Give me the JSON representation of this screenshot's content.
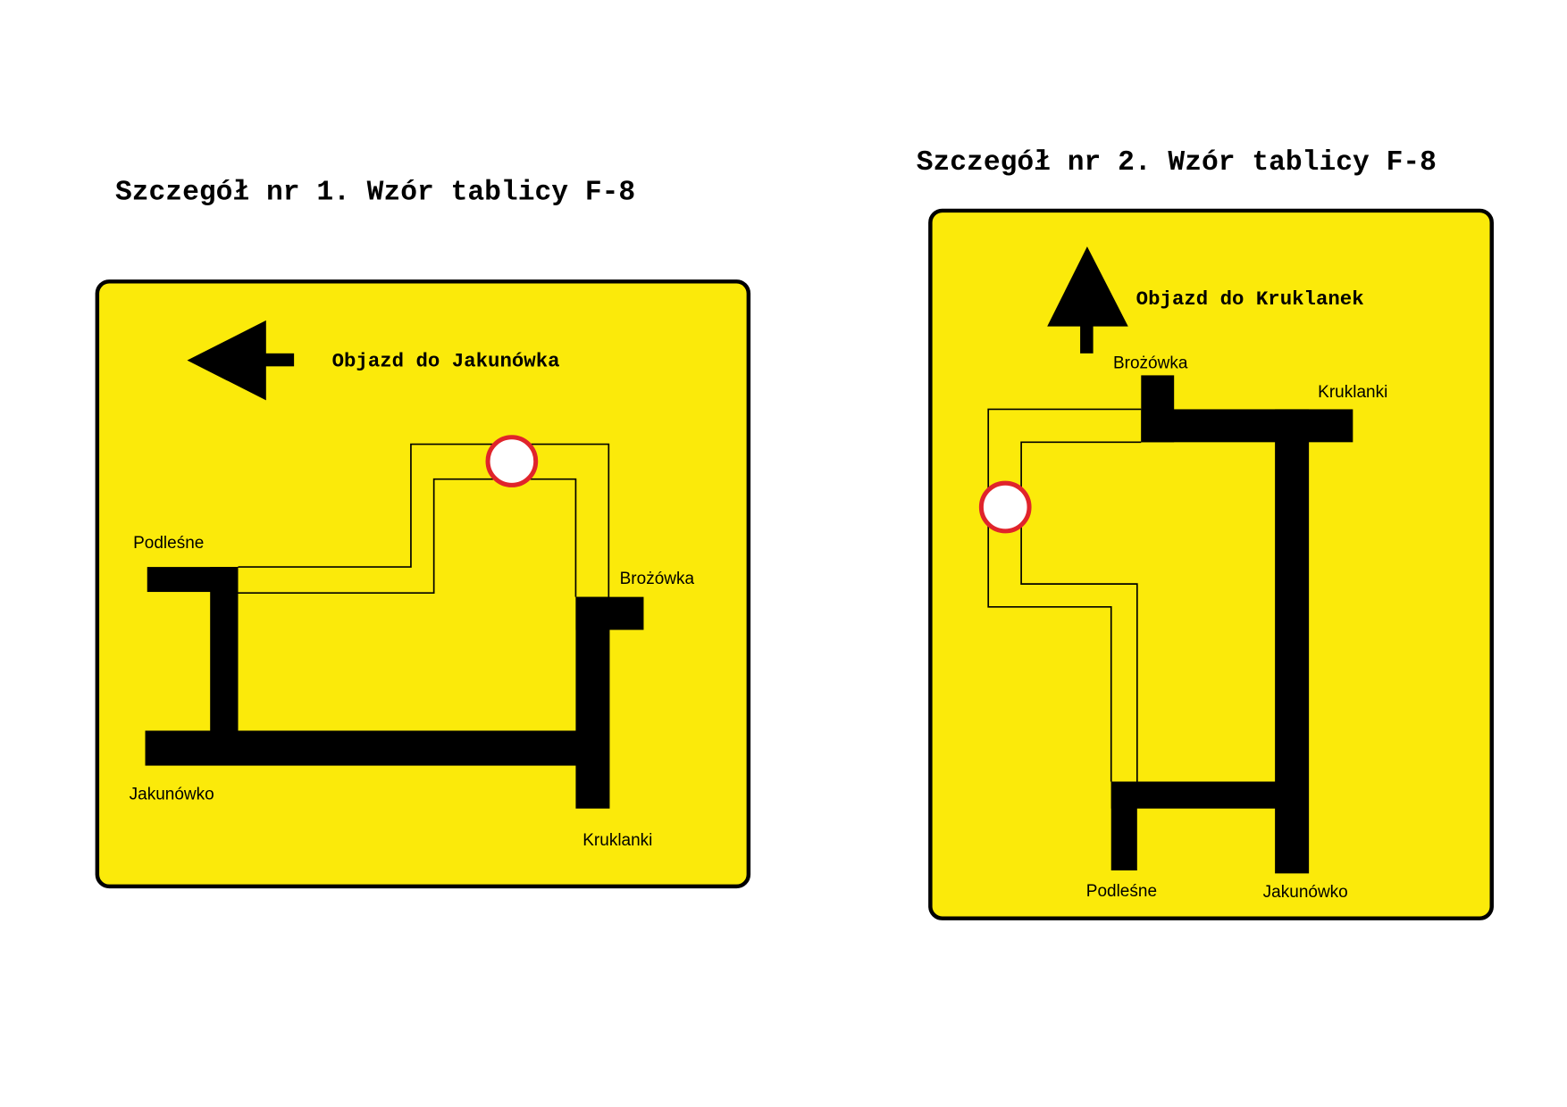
{
  "colors": {
    "sign_fill": "#FBEA0A",
    "road": "#000000",
    "restriction_ring": "#E0242B"
  },
  "detail1": {
    "title": "Szczegół nr 1. Wzór tablicy F-8",
    "sign": {
      "heading": "Objazd do Jakunówka",
      "arrow": "arrow-left",
      "labels": {
        "podlesne": "Podleśne",
        "brozowka": "Brożówka",
        "jakunowko": "Jakunówko",
        "kruklanki": "Kruklanki"
      }
    }
  },
  "detail2": {
    "title": "Szczegół nr 2. Wzór tablicy F-8",
    "sign": {
      "heading": "Objazd do Kruklanek",
      "arrow": "arrow-up",
      "labels": {
        "brozowka": "Brożówka",
        "kruklanki": "Kruklanki",
        "podlesne": "Podleśne",
        "jakunowko": "Jakunówko"
      }
    }
  }
}
